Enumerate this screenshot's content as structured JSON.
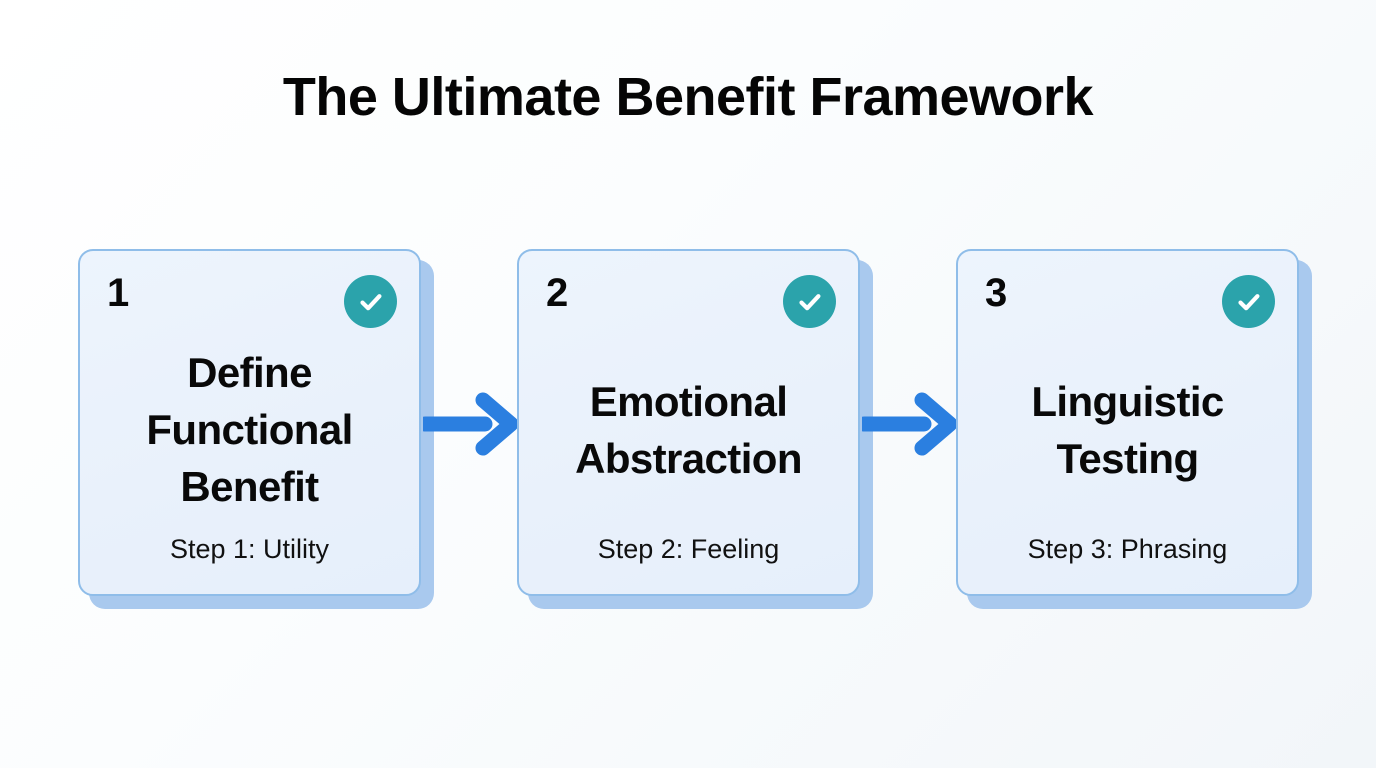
{
  "page": {
    "title": "The Ultimate Benefit Framework",
    "background_start": "#ffffff",
    "background_end": "#f2f6f9"
  },
  "theme": {
    "card_fill": "#eaf2fc",
    "card_border": "#8fbde9",
    "card_shadow": "#a9c9ee",
    "badge_teal": "#2ba3ab",
    "arrow_blue": "#2b7fe0",
    "text_color": "#090909"
  },
  "flow": {
    "steps": [
      {
        "number": "1",
        "title": "Define\nFunctional\nBenefit",
        "subtitle": "Step 1: Utility",
        "badge_icon": "check-circle-icon",
        "badge_state": "complete"
      },
      {
        "number": "2",
        "title": "Emotional\nAbstraction",
        "subtitle": "Step 2: Feeling",
        "badge_icon": "check-circle-icon",
        "badge_state": "complete"
      },
      {
        "number": "3",
        "title": "Linguistic\nTesting",
        "subtitle": "Step 3: Phrasing",
        "badge_icon": "check-circle-icon",
        "badge_state": "complete"
      }
    ],
    "connectors": [
      {
        "icon": "arrow-right-icon",
        "from": "1",
        "to": "2"
      },
      {
        "icon": "arrow-right-icon",
        "from": "2",
        "to": "3"
      }
    ]
  }
}
